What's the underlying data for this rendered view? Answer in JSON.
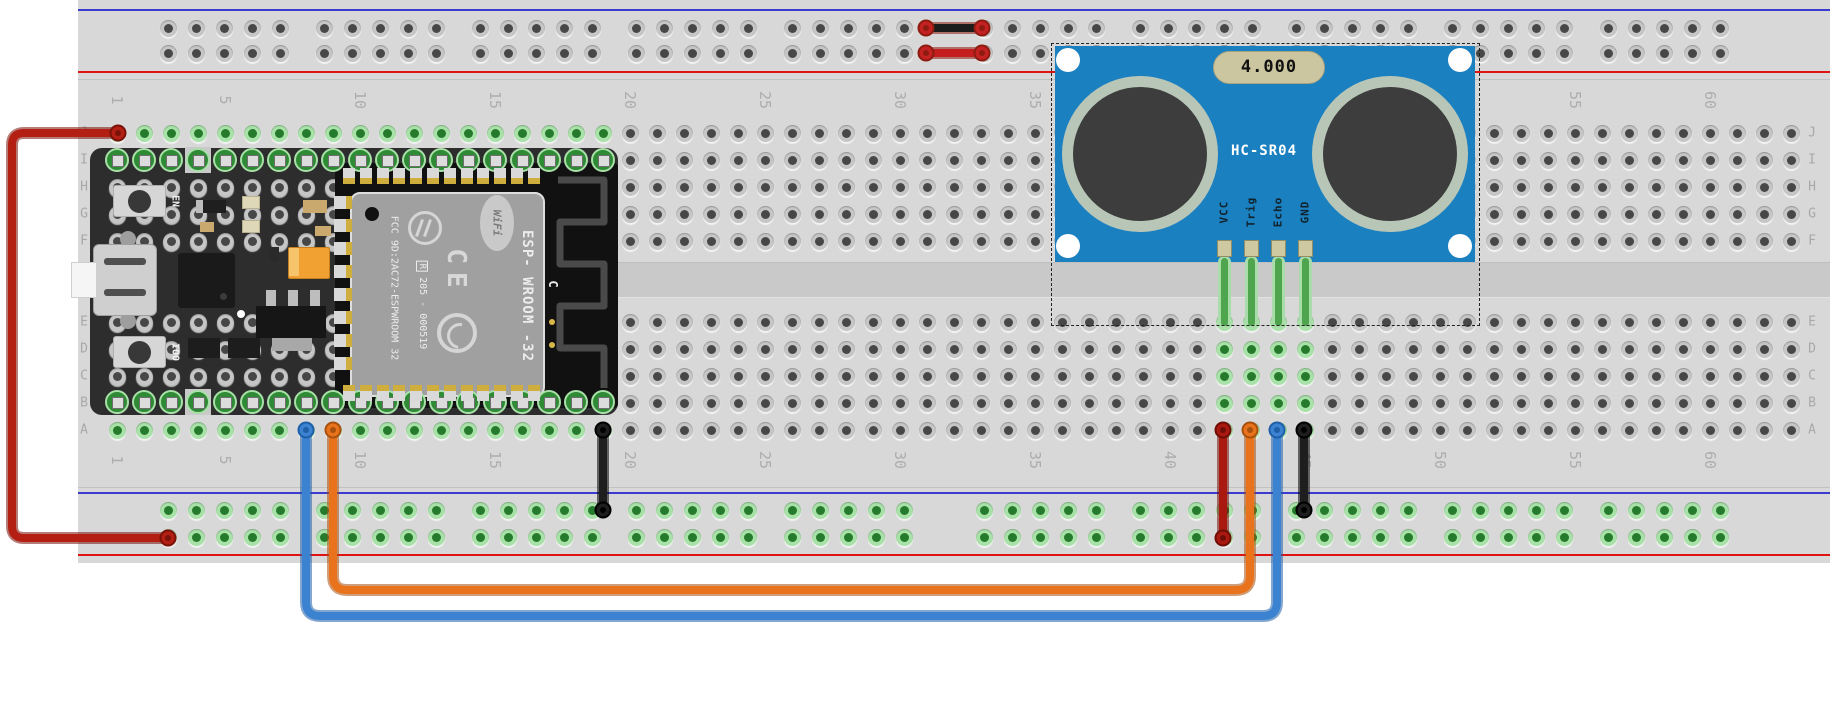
{
  "app": {
    "name": "breadboard wiring diagram",
    "background": "#ffffff"
  },
  "breadboard": {
    "row_letters": [
      "J",
      "I",
      "H",
      "G",
      "F",
      "E",
      "D",
      "C",
      "B",
      "A"
    ],
    "column_labels": [
      "1",
      "5",
      "10",
      "15",
      "20",
      "25",
      "30",
      "35",
      "40",
      "45",
      "50",
      "55",
      "60"
    ],
    "colors": {
      "base": "#d8d8d8",
      "channel": "#c9c9c9",
      "rail_red_line": "#e01313",
      "rail_blue_line": "#3b3bcf",
      "hole_dark": "#474747",
      "hole_ring": "#c6c6c6",
      "connected_hole": "#257a2b",
      "connected_halo": "#a9e2a9",
      "label": "#a8a8a8"
    }
  },
  "esp32": {
    "en_button_label": "EN",
    "boot_button_label": "IO0",
    "module": {
      "fcc_line": "FCC 9D:2AC72-ESPWROOM 32",
      "reg_mark": "R",
      "cert_number": "205 - 000519",
      "wifi_badge": "WiFi",
      "ce_mark": "CE",
      "name": "ESP- WROOM -32",
      "antenna_letter": "C",
      "shield_color": "#a0a0a0",
      "pcb_color": "#2d2d2d"
    }
  },
  "sensor": {
    "name": "HC-SR04",
    "crystal_label": "4.000",
    "pin_labels": [
      "VCC",
      "Trig",
      "Echo",
      "GND"
    ],
    "board_color": "#1b80c0"
  },
  "wires": [
    {
      "id": "esp-3v3-to-positive-rail",
      "color": "#b41f14",
      "outline": "#7a1209",
      "cap": "#b41f14"
    },
    {
      "id": "rail-bridge-gnd",
      "color": "#1c1c1c",
      "outline": "#8e1b10",
      "cap": "#c42222"
    },
    {
      "id": "rail-bridge-power",
      "color": "#c41e1e",
      "outline": "#8e1b10",
      "cap": "#c42222"
    },
    {
      "id": "esp-gnd-to-negative-rail",
      "color": "#1e1e1e",
      "outline": "#000000",
      "cap": "#1e1e1e"
    },
    {
      "id": "sensor-vcc-to-positive-rail",
      "color": "#a91910",
      "outline": "#6f0e07",
      "cap": "#a91910"
    },
    {
      "id": "sensor-trig-to-esp",
      "color": "#e8731c",
      "outline": "#a8500e",
      "cap": "#e8731c"
    },
    {
      "id": "sensor-echo-to-esp",
      "color": "#3b82d0",
      "outline": "#1f5fa8",
      "cap": "#3b82d0"
    },
    {
      "id": "sensor-gnd-to-negative-rail",
      "color": "#1e1e1e",
      "outline": "#000000",
      "cap": "#1e1e1e"
    }
  ]
}
